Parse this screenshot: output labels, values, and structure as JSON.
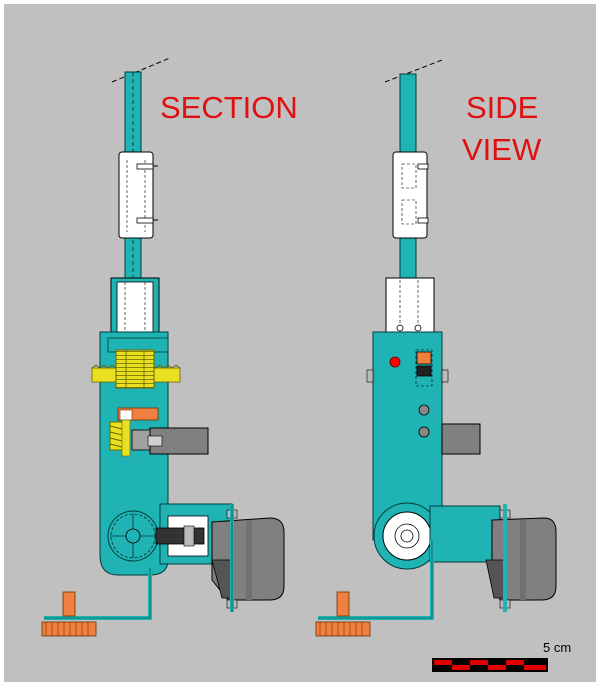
{
  "labels": {
    "section": "SECTION",
    "side_view_line1": "SIDE",
    "side_view_line2": "VIEW",
    "scale": "5 cm"
  },
  "colors": {
    "background": "#c0c0c0",
    "frame": "#ffffff",
    "body": "#1fb3b3",
    "label": "#e01010",
    "gear": "#e8e020",
    "copper": "#f08040",
    "motor": "#808080",
    "motor_dark": "#555555",
    "indicator": "#ff0000",
    "scale_red": "#e00000",
    "scale_black": "#000000"
  }
}
